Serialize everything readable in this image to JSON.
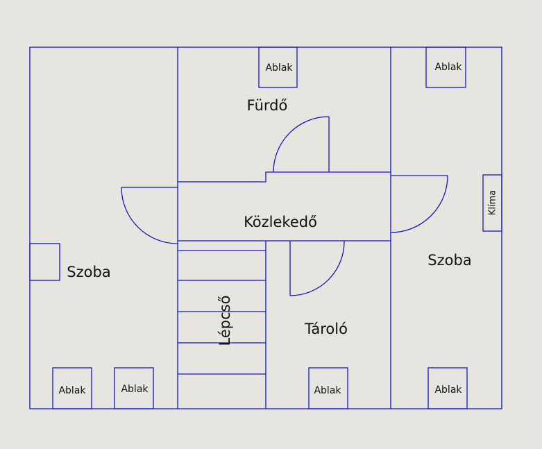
{
  "plan": {
    "line_color": "#1414cc",
    "background": "#e6e5df",
    "rooms": {
      "left_room": "Szoba",
      "bathroom": "Fürdő",
      "corridor": "Közlekedő",
      "storage": "Tároló",
      "right_room": "Szoba",
      "stairs": "Lépcső"
    },
    "windows": {
      "bathroom_top": "Ablak",
      "right_top": "Ablak",
      "left_bottom_1": "Ablak",
      "left_bottom_2": "Ablak",
      "storage_bottom": "Ablak",
      "right_bottom": "Ablak"
    },
    "ac_unit": "Klíma"
  }
}
